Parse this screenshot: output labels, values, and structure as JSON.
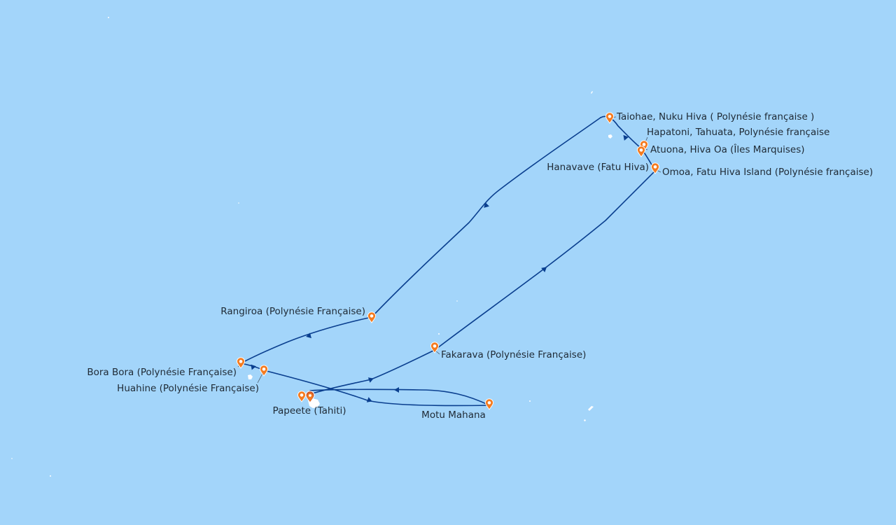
{
  "colors": {
    "ocean": "#a3d5fa",
    "route": "#0a3f8f",
    "pin": "#f47b20",
    "pin_home": "#c9562a",
    "label": "#1f2a35"
  },
  "map": {
    "type": "cruise-route-map",
    "route_direction_icon": "arrow-icon",
    "marker_icon": "map-pin-icon"
  },
  "ports": [
    {
      "id": "taiohae",
      "name": "Taiohae, Nuku Hiva ( Polynésie française )"
    },
    {
      "id": "hapatoni",
      "name": "Hapatoni, Tahuata, Polynésie française"
    },
    {
      "id": "atuona",
      "name": "Atuona, Hiva Oa (Îles Marquises)"
    },
    {
      "id": "hanavave",
      "name": "Hanavave (Fatu Hiva)"
    },
    {
      "id": "omoa",
      "name": "Omoa, Fatu Hiva Island (Polynésie française)"
    },
    {
      "id": "rangiroa",
      "name": "Rangiroa (Polynésie Française)"
    },
    {
      "id": "fakarava",
      "name": "Fakarava (Polynésie Française)"
    },
    {
      "id": "bora",
      "name": "Bora Bora (Polynésie Française)"
    },
    {
      "id": "huahine",
      "name": "Huahine (Polynésie Française)"
    },
    {
      "id": "papeete",
      "name": "Papeete (Tahiti)"
    },
    {
      "id": "motu",
      "name": "Motu Mahana"
    }
  ]
}
